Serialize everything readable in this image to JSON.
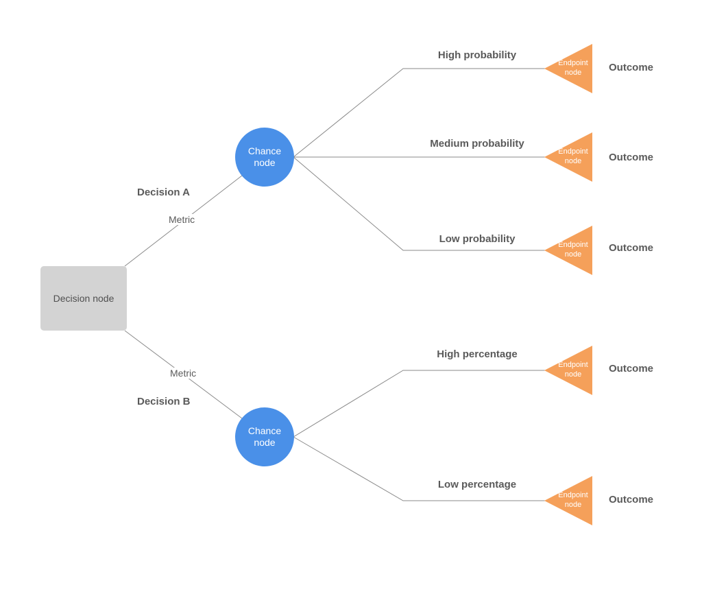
{
  "decision_node": {
    "label": "Decision node",
    "color": "#d3d3d3"
  },
  "decisions": [
    {
      "label": "Decision A",
      "metric": "Metric",
      "chance_label": "Chance node",
      "branches": [
        {
          "label": "High probability",
          "endpoint_label": "Endpoint node",
          "outcome": "Outcome"
        },
        {
          "label": "Medium probability",
          "endpoint_label": "Endpoint node",
          "outcome": "Outcome"
        },
        {
          "label": "Low probability",
          "endpoint_label": "Endpoint node",
          "outcome": "Outcome"
        }
      ]
    },
    {
      "label": "Decision B",
      "metric": "Metric",
      "chance_label": "Chance node",
      "branches": [
        {
          "label": "High percentage",
          "endpoint_label": "Endpoint node",
          "outcome": "Outcome"
        },
        {
          "label": "Low percentage",
          "endpoint_label": "Endpoint node",
          "outcome": "Outcome"
        }
      ]
    }
  ],
  "colors": {
    "chance": "#4a90e8",
    "endpoint": "#f5a05a",
    "edge": "#8a8a8a",
    "text": "#5a5a5a"
  }
}
